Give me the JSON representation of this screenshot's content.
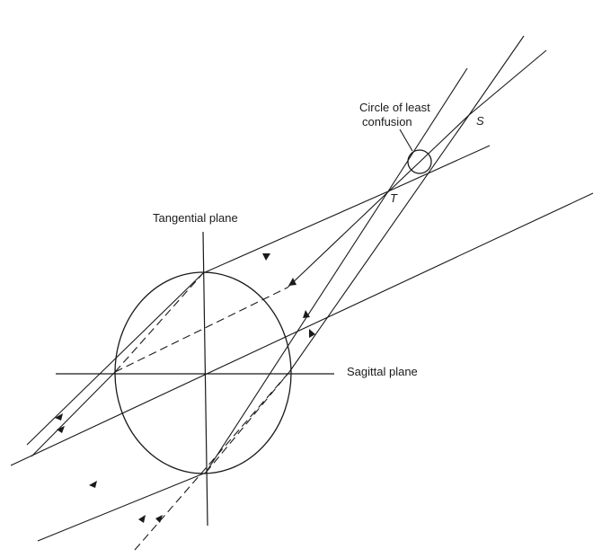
{
  "labels": {
    "tangential_plane": "Tangential plane",
    "sagittal_plane": "Sagittal plane",
    "circle_line1": "Circle of least",
    "circle_line2": "confusion",
    "point_t": "T",
    "point_s": "S"
  },
  "colors": {
    "ink": "#1a1a1a",
    "background": "#ffffff"
  }
}
